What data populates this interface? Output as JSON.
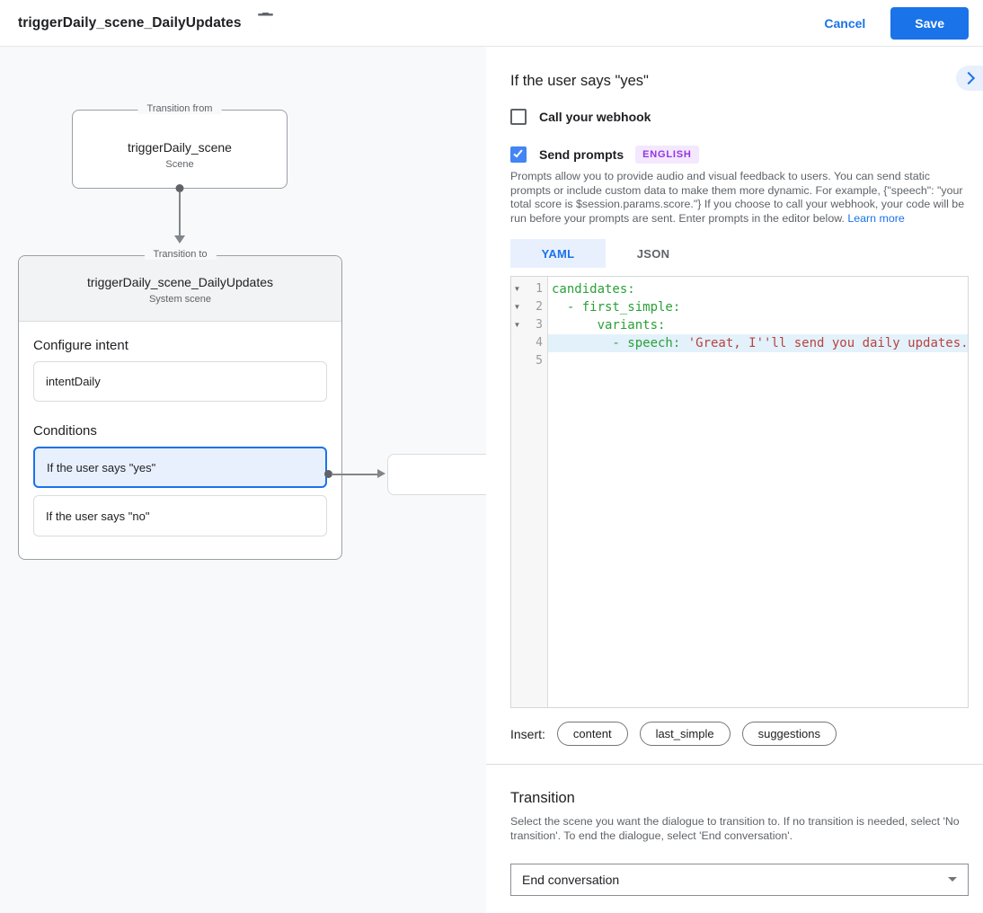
{
  "colors": {
    "accent_blue": "#1a73e8",
    "checkbox_blue": "#4285f4",
    "selected_condition_bg": "#e8f0fe",
    "badge_bg": "#f3e8fd",
    "badge_text": "#9334e6",
    "code_key_green": "#2aa138",
    "code_string_red": "#b8433f",
    "code_highlight_bg": "#e3f1fb",
    "canvas_bg": "#f8f9fa"
  },
  "header": {
    "title": "triggerDaily_scene_DailyUpdates",
    "cancel_label": "Cancel",
    "save_label": "Save"
  },
  "diagram": {
    "from_box": {
      "legend": "Transition from",
      "title": "triggerDaily_scene",
      "subtitle": "Scene"
    },
    "to_box": {
      "legend": "Transition to",
      "title": "triggerDaily_scene_DailyUpdates",
      "subtitle": "System scene",
      "configure_intent_label": "Configure intent",
      "intent_value": "intentDaily",
      "conditions_label": "Conditions",
      "conditions": [
        {
          "label": "If the user says \"yes\"",
          "selected": true
        },
        {
          "label": "If the user says \"no\"",
          "selected": false
        }
      ]
    }
  },
  "panel": {
    "title": "If the user says \"yes\"",
    "webhook_label": "Call your webhook",
    "send_prompts_label": "Send prompts",
    "language_badge": "ENGLISH",
    "description": "Prompts allow you to provide audio and visual feedback to users. You can send static prompts or include custom data to make them more dynamic. For example, {\"speech\": \"your total score is $session.params.score.\"} If you choose to call your webhook, your code will be run before your prompts are sent. Enter prompts in the editor below. ",
    "learn_more_label": "Learn more",
    "tabs": [
      {
        "label": "YAML",
        "active": true
      },
      {
        "label": "JSON",
        "active": false
      }
    ],
    "editor": {
      "lines": [
        {
          "number": 1,
          "foldable": true,
          "highlighted": false,
          "segments": [
            {
              "t": "candidates:",
              "c": "key"
            }
          ]
        },
        {
          "number": 2,
          "foldable": true,
          "highlighted": false,
          "segments": [
            {
              "t": "  - first_simple:",
              "c": "key"
            }
          ]
        },
        {
          "number": 3,
          "foldable": true,
          "highlighted": false,
          "segments": [
            {
              "t": "      variants:",
              "c": "key"
            }
          ]
        },
        {
          "number": 4,
          "foldable": false,
          "highlighted": true,
          "segments": [
            {
              "t": "        - speech: ",
              "c": "key"
            },
            {
              "t": "'Great, I''ll send you daily updates.'",
              "c": "string"
            }
          ]
        },
        {
          "number": 5,
          "foldable": false,
          "highlighted": false,
          "segments": []
        }
      ]
    },
    "insert": {
      "label": "Insert:",
      "chips": [
        "content",
        "last_simple",
        "suggestions"
      ]
    },
    "transition": {
      "title": "Transition",
      "description": "Select the scene you want the dialogue to transition to. If no transition is needed, select 'No transition'. To end the dialogue, select 'End conversation'.",
      "selected_value": "End conversation"
    }
  }
}
